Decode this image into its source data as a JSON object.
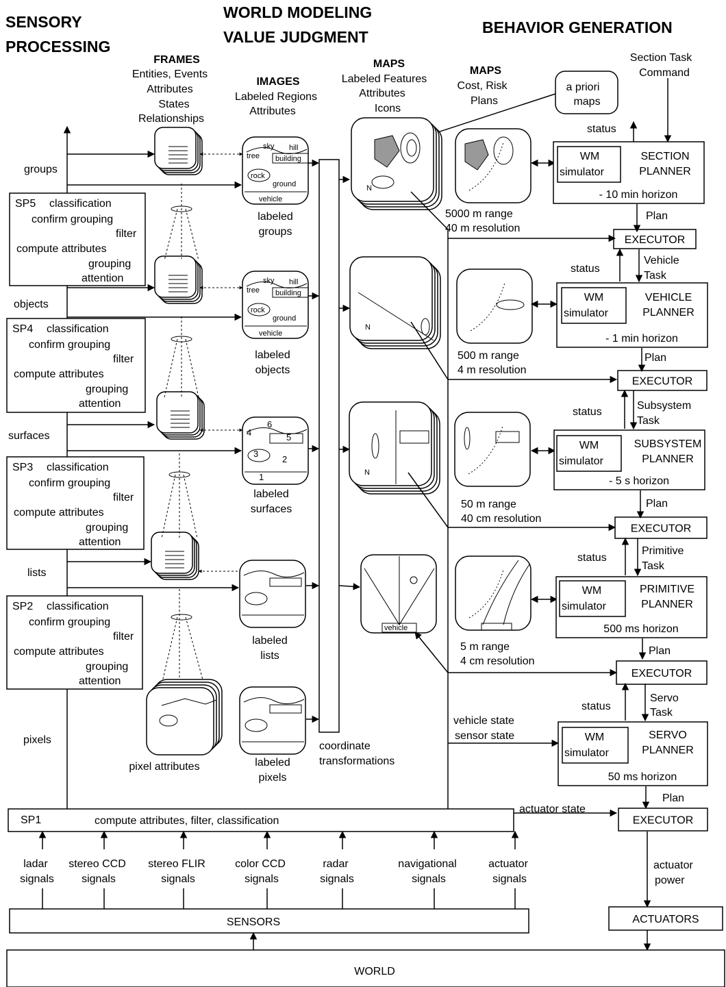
{
  "headers": {
    "sensory": [
      "SENSORY",
      "PROCESSING"
    ],
    "world": [
      "WORLD MODELING",
      "VALUE JUDGMENT"
    ],
    "behavior": "BEHAVIOR GENERATION"
  },
  "columns": {
    "frames": [
      "FRAMES",
      "Entities, Events",
      "Attributes",
      "States",
      "Relationships"
    ],
    "images": [
      "IMAGES",
      "Labeled Regions",
      "Attributes"
    ],
    "maps1": [
      "MAPS",
      "Labeled Features",
      "Attributes",
      "Icons"
    ],
    "maps2": [
      "MAPS",
      "Cost, Risk",
      "Plans"
    ],
    "section_task": [
      "Section Task",
      "Command"
    ]
  },
  "a_priori": [
    "a priori",
    "maps"
  ],
  "sp_levels": [
    {
      "id": "SP5",
      "lines": [
        "classification",
        "confirm grouping",
        "filter",
        "compute attributes",
        "grouping",
        "attention"
      ]
    },
    {
      "id": "SP4",
      "lines": [
        "classification",
        "confirm grouping",
        "filter",
        "compute attributes",
        "grouping",
        "attention"
      ]
    },
    {
      "id": "SP3",
      "lines": [
        "classification",
        "confirm grouping",
        "filter",
        "compute attributes",
        "grouping",
        "attention"
      ]
    },
    {
      "id": "SP2",
      "lines": [
        "classification",
        "confirm grouping",
        "filter",
        "compute attributes",
        "grouping",
        "attention"
      ]
    }
  ],
  "sp1": {
    "id": "SP1",
    "text": "compute attributes, filter, classification"
  },
  "level_labels": [
    "groups",
    "objects",
    "surfaces",
    "lists",
    "pixels"
  ],
  "image_labels": [
    [
      "labeled",
      "groups"
    ],
    [
      "labeled",
      "objects"
    ],
    [
      "labeled",
      "surfaces"
    ],
    [
      "labeled",
      "lists"
    ],
    [
      "labeled",
      "pixels"
    ]
  ],
  "pixel_attributes": "pixel attributes",
  "scene_words": {
    "sky": "sky",
    "hill": "hill",
    "tree": "tree",
    "building": "building",
    "rock": "rock",
    "ground": "ground",
    "vehicle": "vehicle"
  },
  "surface_numbers": [
    "1",
    "2",
    "3",
    "4",
    "5",
    "6"
  ],
  "coordinate": [
    "coordinate",
    "transformations"
  ],
  "map_ranges": [
    [
      "5000 m range",
      "40 m resolution"
    ],
    [
      "500 m range",
      "4 m resolution"
    ],
    [
      "50 m range",
      "40 cm resolution"
    ],
    [
      "5 m range",
      "4 cm resolution"
    ]
  ],
  "map_vehicle": "vehicle",
  "map_north": "N",
  "planners": [
    {
      "wm": [
        "WM",
        "simulator"
      ],
      "name": [
        "SECTION",
        "PLANNER"
      ],
      "horizon": "- 10 min horizon"
    },
    {
      "wm": [
        "WM",
        "simulator"
      ],
      "name": [
        "VEHICLE",
        "PLANNER"
      ],
      "horizon": "- 1 min horizon"
    },
    {
      "wm": [
        "WM",
        "simulator"
      ],
      "name": [
        "SUBSYSTEM",
        "PLANNER"
      ],
      "horizon": "- 5 s horizon"
    },
    {
      "wm": [
        "WM",
        "simulator"
      ],
      "name": [
        "PRIMITIVE",
        "PLANNER"
      ],
      "horizon": "500 ms horizon"
    },
    {
      "wm": [
        "WM",
        "simulator"
      ],
      "name": [
        "SERVO",
        "PLANNER"
      ],
      "horizon": "50 ms horizon"
    }
  ],
  "executor": "EXECUTOR",
  "plan": "Plan",
  "status": "status",
  "tasks": [
    [
      "Vehicle",
      "Task"
    ],
    [
      "Subsystem",
      "Task"
    ],
    [
      "Primitive",
      "Task"
    ],
    [
      "Servo",
      "Task"
    ]
  ],
  "vehicle_state": [
    "vehicle state",
    "sensor state"
  ],
  "actuator_state": "actuator state",
  "signals": [
    [
      "ladar",
      "signals"
    ],
    [
      "stereo CCD",
      "signals"
    ],
    [
      "stereo FLIR",
      "signals"
    ],
    [
      "color CCD",
      "signals"
    ],
    [
      "radar",
      "signals"
    ],
    [
      "navigational",
      "signals"
    ],
    [
      "actuator",
      "signals"
    ]
  ],
  "actuator_power": [
    "actuator",
    "power"
  ],
  "sensors": "SENSORS",
  "actuators": "ACTUATORS",
  "world": "WORLD"
}
